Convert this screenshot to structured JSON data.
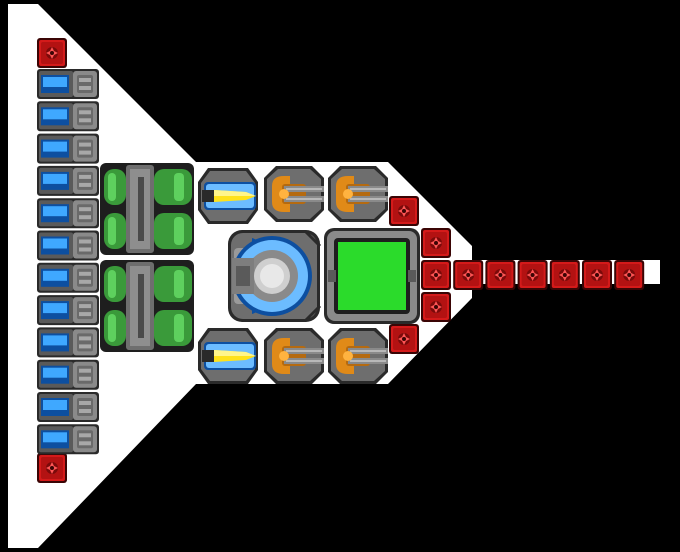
{
  "scene": {
    "background": "#000000",
    "hull_color": "#ffffff",
    "description_free": true
  },
  "palette": {
    "armor_red": "#d41a1a",
    "armor_red_dark": "#7a0a0a",
    "grey_dark": "#3e3e3e",
    "grey_mid": "#6e6e6e",
    "grey_light": "#a8a8a8",
    "blue_light": "#3fa8ff",
    "blue_dark": "#0d4fa0",
    "green": "#2bdb2b",
    "green_tank": "#3a9a3a",
    "orange": "#e08a18",
    "yellow": "#ffe21a"
  },
  "blocks": {
    "left_column_top_armor": {
      "kind": "armor-block"
    },
    "left_column_bottom_armor": {
      "kind": "armor-block"
    },
    "battery_cells": {
      "count": 12,
      "kind": "battery-cell"
    },
    "fuel_tanks": {
      "count": 2,
      "kind": "fuel-tank-pair"
    },
    "missile_launchers": {
      "count": 2,
      "kind": "missile-launcher"
    },
    "turrets": {
      "count": 4,
      "kind": "orange-turret"
    },
    "reactor": {
      "kind": "reactor-core"
    },
    "bridge": {
      "kind": "green-panel"
    },
    "nose_armor": {
      "count": 7,
      "kind": "armor-block"
    },
    "side_armor_top": {
      "kind": "armor-block"
    },
    "side_armor_bottom": {
      "kind": "armor-block"
    },
    "cockpit_armor_extra": {
      "count": 2,
      "kind": "armor-block"
    }
  }
}
